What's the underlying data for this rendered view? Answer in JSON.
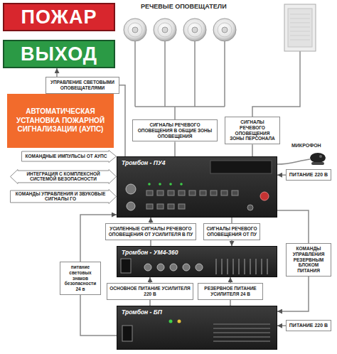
{
  "diagram": {
    "nodes": [
      {
        "text": [
          "ПОЖАР"
        ]
      },
      {
        "text": [
          "ВЫХОД"
        ]
      },
      {
        "text": [
          "УПРАВЛЕНИЕ СВЕТОВЫМИ ОПОВЕЩАТЕЛЯМИ"
        ]
      },
      {
        "text": [
          "АВТОМАТИЧЕСКАЯ УСТАНОВКА ПОЖАРНОЙ СИГНАЛИЗАЦИИ (АУПС)"
        ]
      },
      {
        "text": [
          "СИГНАЛЫ РЕЧЕВОГО ОПОВЕЩЕНИЯ В ОБЩИЕ ЗОНЫ ОПОВЕЩЕНИЯ"
        ]
      },
      {
        "text": [
          "СИГНАЛЫ РЕЧЕВОГО ОПОВЕЩЕНИЯ ЗОНЫ ПЕРСОНАЛА"
        ]
      },
      {
        "text": [
          "КОМАНДНЫЕ ИМПУЛЬСЫ ОТ АУПС"
        ]
      },
      {
        "text": [
          "ИНТЕГРАЦИЯ С КОМПЛЕКСНОЙ СИСТЕМОЙ БЕЗОПАСНОСТИ"
        ]
      },
      {
        "text": [
          "КОМАНДЫ УПРАВЛЕНИЯ И ЗВУКОВЫЕ СИГНАЛЫ ГО"
        ]
      },
      {
        "text": [
          "Тромбон - ПУ4"
        ]
      },
      {
        "text": [
          "ПИТАНИЕ 220 В"
        ]
      },
      {
        "text": [
          "УСИЛЕННЫЕ СИГНАЛЫ РЕЧЕВОГО ОПОВЕЩЕНИЯ ОТ УСИЛИТЕЛЯ В ПУ"
        ]
      },
      {
        "text": [
          "СИГНАЛЫ РЕЧЕВОГО ОПОВЕЩЕНИЯ ОТ ПУ"
        ]
      },
      {
        "text": [
          "Тромбон - УМ4-360"
        ]
      },
      {
        "text": [
          "питание световых знаков безопасности 24 в"
        ]
      },
      {
        "text": [
          "ОСНОВНОЕ ПИТАНИЕ УСИЛИТЕЛЯ 220 В"
        ]
      },
      {
        "text": [
          "РЕЗЕРВНОЕ ПИТАНИЕ УСИЛИТЕЛЯ 24 В"
        ]
      },
      {
        "text": [
          "КОМАНДЫ УПРАВЛЕНИЯ РЕЗЕРВНЫМ БЛОКОМ ПИТАНИЯ"
        ]
      },
      {
        "text": [
          "Тромбон - БП"
        ]
      },
      {
        "text": [
          "ПИТАНИЕ 220 В"
        ]
      }
    ],
    "edges": [
      {
        "from": 9,
        "to": 2,
        "arrow": "none"
      },
      {
        "from": 2,
        "to": 1,
        "arrow": "to"
      },
      {
        "from": 9,
        "to": 4,
        "arrow": "none"
      },
      {
        "from": 9,
        "to": 5,
        "arrow": "none"
      },
      {
        "from": 10,
        "to": 9,
        "arrow": "to"
      },
      {
        "from": 13,
        "to": 11,
        "arrow": "none"
      },
      {
        "from": 11,
        "to": 9,
        "arrow": "to"
      },
      {
        "from": 9,
        "to": 12,
        "arrow": "none"
      },
      {
        "from": 12,
        "to": 13,
        "arrow": "to"
      },
      {
        "from": 18,
        "to": 15,
        "arrow": "none"
      },
      {
        "from": 15,
        "to": 13,
        "arrow": "to"
      },
      {
        "from": 18,
        "to": 16,
        "arrow": "none"
      },
      {
        "from": 16,
        "to": 13,
        "arrow": "to"
      },
      {
        "from": 18,
        "to": 14,
        "arrow": "none"
      },
      {
        "from": 14,
        "to": 9,
        "arrow": "to"
      },
      {
        "from": 9,
        "to": 17,
        "arrow": "none"
      },
      {
        "from": 17,
        "to": 18,
        "arrow": "to"
      },
      {
        "from": 19,
        "to": 18,
        "arrow": "to"
      }
    ],
    "labels": [
      "РЕЧЕВЫЕ ОПОВЕЩАТЕЛИ",
      "МИКРОФОН"
    ]
  }
}
